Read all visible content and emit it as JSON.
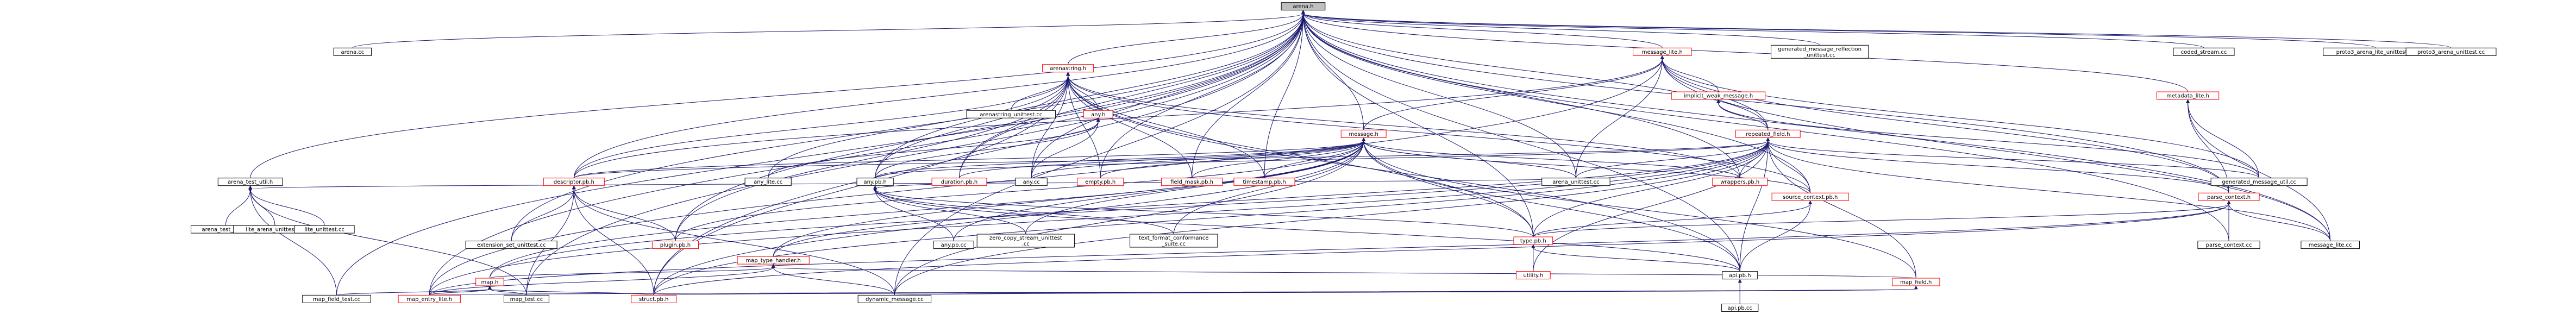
{
  "colors": {
    "edge": "#191970",
    "normal_border": "#000000",
    "linked_border": "#ff0000",
    "root_fill": "#bfbfbf",
    "node_fill": "#ffffff",
    "text": "#000000"
  },
  "nodes": [
    {
      "id": "arena_h",
      "label": "arena.h",
      "style": "root"
    },
    {
      "id": "arena_cc",
      "label": "arena.cc",
      "style": "normal"
    },
    {
      "id": "arena_test_util_h",
      "label": "arena_test_util.h",
      "style": "normal"
    },
    {
      "id": "arena_test_util_cc",
      "label": "arena_test_util.cc",
      "style": "normal"
    },
    {
      "id": "lite_arena_unittest_cc",
      "label": "lite_arena_unittest.cc",
      "style": "normal"
    },
    {
      "id": "lite_unittest_cc",
      "label": "lite_unittest.cc",
      "style": "normal"
    },
    {
      "id": "arenastring_h",
      "label": "arenastring.h",
      "style": "linked"
    },
    {
      "id": "arenastring_unittest_cc",
      "label": "arenastring_unittest.cc",
      "style": "normal"
    },
    {
      "id": "any_h",
      "label": "any.h",
      "style": "linked"
    },
    {
      "id": "message_lite_h",
      "label": "message_lite.h",
      "style": "linked"
    },
    {
      "id": "implicit_weak_message_h",
      "label": "implicit_weak_message.h",
      "style": "linked"
    },
    {
      "id": "generated_message_reflection_unittest_cc",
      "label": "generated_message_reflection\n_unittest.cc",
      "style": "normal"
    },
    {
      "id": "coded_stream_cc",
      "label": "coded_stream.cc",
      "style": "normal"
    },
    {
      "id": "proto3_arena_lite_unittest_cc",
      "label": "proto3_arena_lite_unittest.cc",
      "style": "normal"
    },
    {
      "id": "proto3_arena_unittest_cc",
      "label": "proto3_arena_unittest.cc",
      "style": "normal"
    },
    {
      "id": "metadata_lite_h",
      "label": "metadata_lite.h",
      "style": "linked"
    },
    {
      "id": "message_h",
      "label": "message.h",
      "style": "linked"
    },
    {
      "id": "repeated_field_h",
      "label": "repeated_field.h",
      "style": "linked"
    },
    {
      "id": "descriptor_pb_h",
      "label": "descriptor.pb.h",
      "style": "linked"
    },
    {
      "id": "any_lite_cc",
      "label": "any_lite.cc",
      "style": "normal"
    },
    {
      "id": "any_pb_h",
      "label": "any.pb.h",
      "style": "normal"
    },
    {
      "id": "duration_pb_h",
      "label": "duration.pb.h",
      "style": "linked"
    },
    {
      "id": "any_cc",
      "label": "any.cc",
      "style": "normal"
    },
    {
      "id": "empty_pb_h",
      "label": "empty.pb.h",
      "style": "linked"
    },
    {
      "id": "field_mask_pb_h",
      "label": "field_mask.pb.h",
      "style": "linked"
    },
    {
      "id": "timestamp_pb_h",
      "label": "timestamp.pb.h",
      "style": "linked"
    },
    {
      "id": "arena_unittest_cc",
      "label": "arena_unittest.cc",
      "style": "normal"
    },
    {
      "id": "wrappers_pb_h",
      "label": "wrappers.pb.h",
      "style": "linked"
    },
    {
      "id": "generated_message_util_cc",
      "label": "generated_message_util.cc",
      "style": "normal"
    },
    {
      "id": "parse_context_h",
      "label": "parse_context.h",
      "style": "linked"
    },
    {
      "id": "source_context_pb_h",
      "label": "source_context.pb.h",
      "style": "linked"
    },
    {
      "id": "extension_set_unittest_cc",
      "label": "extension_set_unittest.cc",
      "style": "normal"
    },
    {
      "id": "plugin_pb_h",
      "label": "plugin.pb.h",
      "style": "linked"
    },
    {
      "id": "any_pb_cc",
      "label": "any.pb.cc",
      "style": "normal"
    },
    {
      "id": "zcs_unittest_cc",
      "label": "zero_copy_stream_unittest\n.cc",
      "style": "normal"
    },
    {
      "id": "text_format_conformance_suite_cc",
      "label": "text_format_conformance\n_suite.cc",
      "style": "normal"
    },
    {
      "id": "type_pb_h",
      "label": "type.pb.h",
      "style": "linked"
    },
    {
      "id": "parse_context_cc",
      "label": "parse_context.cc",
      "style": "normal"
    },
    {
      "id": "message_lite_cc",
      "label": "message_lite.cc",
      "style": "normal"
    },
    {
      "id": "map_type_handler_h",
      "label": "map_type_handler.h",
      "style": "linked"
    },
    {
      "id": "utility_h",
      "label": "utility.h",
      "style": "linked"
    },
    {
      "id": "api_pb_h",
      "label": "api.pb.h",
      "style": "normal"
    },
    {
      "id": "map_h",
      "label": "map.h",
      "style": "linked"
    },
    {
      "id": "map_field_h",
      "label": "map_field.h",
      "style": "linked"
    },
    {
      "id": "map_field_test_cc",
      "label": "map_field_test.cc",
      "style": "normal"
    },
    {
      "id": "map_entry_lite_h",
      "label": "map_entry_lite.h",
      "style": "linked"
    },
    {
      "id": "map_test_cc",
      "label": "map_test.cc",
      "style": "normal"
    },
    {
      "id": "struct_pb_h",
      "label": "struct.pb.h",
      "style": "linked"
    },
    {
      "id": "dynamic_message_cc",
      "label": "dynamic_message.cc",
      "style": "normal"
    },
    {
      "id": "api_pb_cc",
      "label": "api.pb.cc",
      "style": "normal"
    }
  ],
  "edges": [
    [
      "arena_h",
      "arena_cc"
    ],
    [
      "arena_h",
      "arena_test_util_h"
    ],
    [
      "arena_h",
      "arenastring_h"
    ],
    [
      "arena_h",
      "message_lite_h"
    ],
    [
      "arena_h",
      "generated_message_reflection_unittest_cc"
    ],
    [
      "arena_h",
      "coded_stream_cc"
    ],
    [
      "arena_h",
      "proto3_arena_lite_unittest_cc"
    ],
    [
      "arena_h",
      "proto3_arena_unittest_cc"
    ],
    [
      "arena_h",
      "metadata_lite_h"
    ],
    [
      "arena_h",
      "message_h"
    ],
    [
      "arena_h",
      "repeated_field_h"
    ],
    [
      "arena_h",
      "descriptor_pb_h"
    ],
    [
      "arena_h",
      "any_pb_h"
    ],
    [
      "arena_h",
      "duration_pb_h"
    ],
    [
      "arena_h",
      "empty_pb_h"
    ],
    [
      "arena_h",
      "field_mask_pb_h"
    ],
    [
      "arena_h",
      "timestamp_pb_h"
    ],
    [
      "arena_h",
      "arena_unittest_cc"
    ],
    [
      "arena_h",
      "wrappers_pb_h"
    ],
    [
      "arena_h",
      "parse_context_h"
    ],
    [
      "arena_h",
      "extension_set_unittest_cc"
    ],
    [
      "arena_h",
      "plugin_pb_h"
    ],
    [
      "arena_h",
      "type_pb_h"
    ],
    [
      "arena_h",
      "parse_context_cc"
    ],
    [
      "arena_h",
      "message_lite_cc"
    ],
    [
      "arena_h",
      "api_pb_h"
    ],
    [
      "arena_h",
      "map_field_test_cc"
    ],
    [
      "arena_h",
      "map_entry_lite_h"
    ],
    [
      "arena_h",
      "map_test_cc"
    ],
    [
      "arena_h",
      "struct_pb_h"
    ],
    [
      "arena_h",
      "dynamic_message_cc"
    ],
    [
      "arena_h",
      "source_context_pb_h"
    ],
    [
      "arena_h",
      "any_cc"
    ],
    [
      "arena_test_util_h",
      "arena_test_util_cc"
    ],
    [
      "arena_test_util_h",
      "lite_arena_unittest_cc"
    ],
    [
      "arena_test_util_h",
      "lite_unittest_cc"
    ],
    [
      "arena_test_util_h",
      "arena_unittest_cc"
    ],
    [
      "arena_test_util_h",
      "map_field_test_cc"
    ],
    [
      "arena_test_util_h",
      "map_test_cc"
    ],
    [
      "arenastring_h",
      "arenastring_unittest_cc"
    ],
    [
      "arenastring_h",
      "any_h"
    ],
    [
      "arenastring_h",
      "descriptor_pb_h"
    ],
    [
      "arenastring_h",
      "any_lite_cc"
    ],
    [
      "arenastring_h",
      "any_pb_h"
    ],
    [
      "arenastring_h",
      "duration_pb_h"
    ],
    [
      "arenastring_h",
      "any_cc"
    ],
    [
      "arenastring_h",
      "empty_pb_h"
    ],
    [
      "arenastring_h",
      "field_mask_pb_h"
    ],
    [
      "arenastring_h",
      "timestamp_pb_h"
    ],
    [
      "arenastring_h",
      "wrappers_pb_h"
    ],
    [
      "arenastring_h",
      "plugin_pb_h"
    ],
    [
      "arenastring_h",
      "type_pb_h"
    ],
    [
      "arenastring_h",
      "source_context_pb_h"
    ],
    [
      "arenastring_h",
      "api_pb_h"
    ],
    [
      "arenastring_h",
      "struct_pb_h"
    ],
    [
      "any_h",
      "any_lite_cc"
    ],
    [
      "any_h",
      "any_pb_h"
    ],
    [
      "any_h",
      "any_cc"
    ],
    [
      "message_lite_h",
      "implicit_weak_message_h"
    ],
    [
      "message_lite_h",
      "message_h"
    ],
    [
      "message_lite_h",
      "repeated_field_h"
    ],
    [
      "message_lite_h",
      "arena_unittest_cc"
    ],
    [
      "message_lite_h",
      "generated_message_util_cc"
    ],
    [
      "message_lite_h",
      "parse_context_h"
    ],
    [
      "message_lite_h",
      "message_lite_cc"
    ],
    [
      "message_lite_h",
      "descriptor_pb_h"
    ],
    [
      "message_lite_h",
      "map_entry_lite_h"
    ],
    [
      "implicit_weak_message_h",
      "repeated_field_h"
    ],
    [
      "implicit_weak_message_h",
      "generated_message_util_cc"
    ],
    [
      "metadata_lite_h",
      "parse_context_h"
    ],
    [
      "metadata_lite_h",
      "generated_message_util_cc"
    ],
    [
      "metadata_lite_h",
      "message_lite_cc"
    ],
    [
      "message_h",
      "descriptor_pb_h"
    ],
    [
      "message_h",
      "any_pb_h"
    ],
    [
      "message_h",
      "duration_pb_h"
    ],
    [
      "message_h",
      "empty_pb_h"
    ],
    [
      "message_h",
      "field_mask_pb_h"
    ],
    [
      "message_h",
      "timestamp_pb_h"
    ],
    [
      "message_h",
      "arena_unittest_cc"
    ],
    [
      "message_h",
      "wrappers_pb_h"
    ],
    [
      "message_h",
      "source_context_pb_h"
    ],
    [
      "message_h",
      "plugin_pb_h"
    ],
    [
      "message_h",
      "any_pb_cc"
    ],
    [
      "message_h",
      "zcs_unittest_cc"
    ],
    [
      "message_h",
      "text_format_conformance_suite_cc"
    ],
    [
      "message_h",
      "type_pb_h"
    ],
    [
      "message_h",
      "map_type_handler_h"
    ],
    [
      "message_h",
      "api_pb_h"
    ],
    [
      "message_h",
      "map_field_h"
    ],
    [
      "message_h",
      "struct_pb_h"
    ],
    [
      "message_h",
      "dynamic_message_cc"
    ],
    [
      "message_h",
      "map_h"
    ],
    [
      "message_h",
      "any_cc"
    ],
    [
      "repeated_field_h",
      "descriptor_pb_h"
    ],
    [
      "repeated_field_h",
      "any_pb_h"
    ],
    [
      "repeated_field_h",
      "arena_unittest_cc"
    ],
    [
      "repeated_field_h",
      "wrappers_pb_h"
    ],
    [
      "repeated_field_h",
      "generated_message_util_cc"
    ],
    [
      "repeated_field_h",
      "parse_context_h"
    ],
    [
      "repeated_field_h",
      "source_context_pb_h"
    ],
    [
      "repeated_field_h",
      "type_pb_h"
    ],
    [
      "repeated_field_h",
      "api_pb_h"
    ],
    [
      "repeated_field_h",
      "map_field_h"
    ],
    [
      "repeated_field_h",
      "struct_pb_h"
    ],
    [
      "repeated_field_h",
      "map_h"
    ],
    [
      "repeated_field_h",
      "map_type_handler_h"
    ],
    [
      "repeated_field_h",
      "utility_h"
    ],
    [
      "repeated_field_h",
      "message_lite_cc"
    ],
    [
      "repeated_field_h",
      "dynamic_message_cc"
    ],
    [
      "repeated_field_h",
      "map_entry_lite_h"
    ],
    [
      "descriptor_pb_h",
      "extension_set_unittest_cc"
    ],
    [
      "descriptor_pb_h",
      "plugin_pb_h"
    ],
    [
      "descriptor_pb_h",
      "map_test_cc"
    ],
    [
      "descriptor_pb_h",
      "struct_pb_h"
    ],
    [
      "descriptor_pb_h",
      "dynamic_message_cc"
    ],
    [
      "any_pb_h",
      "any_pb_cc"
    ],
    [
      "any_pb_h",
      "zcs_unittest_cc"
    ],
    [
      "any_pb_h",
      "text_format_conformance_suite_cc"
    ],
    [
      "any_pb_h",
      "type_pb_h"
    ],
    [
      "any_pb_h",
      "api_pb_h"
    ],
    [
      "any_pb_h",
      "any_cc"
    ],
    [
      "parse_context_h",
      "parse_context_cc"
    ],
    [
      "parse_context_h",
      "message_lite_cc"
    ],
    [
      "parse_context_h",
      "type_pb_h"
    ],
    [
      "parse_context_h",
      "struct_pb_h"
    ],
    [
      "parse_context_h",
      "map_entry_lite_h"
    ],
    [
      "source_context_pb_h",
      "type_pb_h"
    ],
    [
      "source_context_pb_h",
      "api_pb_h"
    ],
    [
      "type_pb_h",
      "utility_h"
    ],
    [
      "type_pb_h",
      "api_pb_h"
    ],
    [
      "map_type_handler_h",
      "map_h"
    ],
    [
      "map_type_handler_h",
      "map_entry_lite_h"
    ],
    [
      "map_type_handler_h",
      "dynamic_message_cc"
    ],
    [
      "map_type_handler_h",
      "map_field_h"
    ],
    [
      "map_h",
      "map_field_test_cc"
    ],
    [
      "map_h",
      "map_entry_lite_h"
    ],
    [
      "map_h",
      "map_test_cc"
    ],
    [
      "map_h",
      "struct_pb_h"
    ],
    [
      "map_field_h",
      "map_entry_lite_h"
    ],
    [
      "map_field_h",
      "struct_pb_h"
    ],
    [
      "map_field_h",
      "dynamic_message_cc"
    ],
    [
      "api_pb_h",
      "api_pb_cc"
    ]
  ]
}
